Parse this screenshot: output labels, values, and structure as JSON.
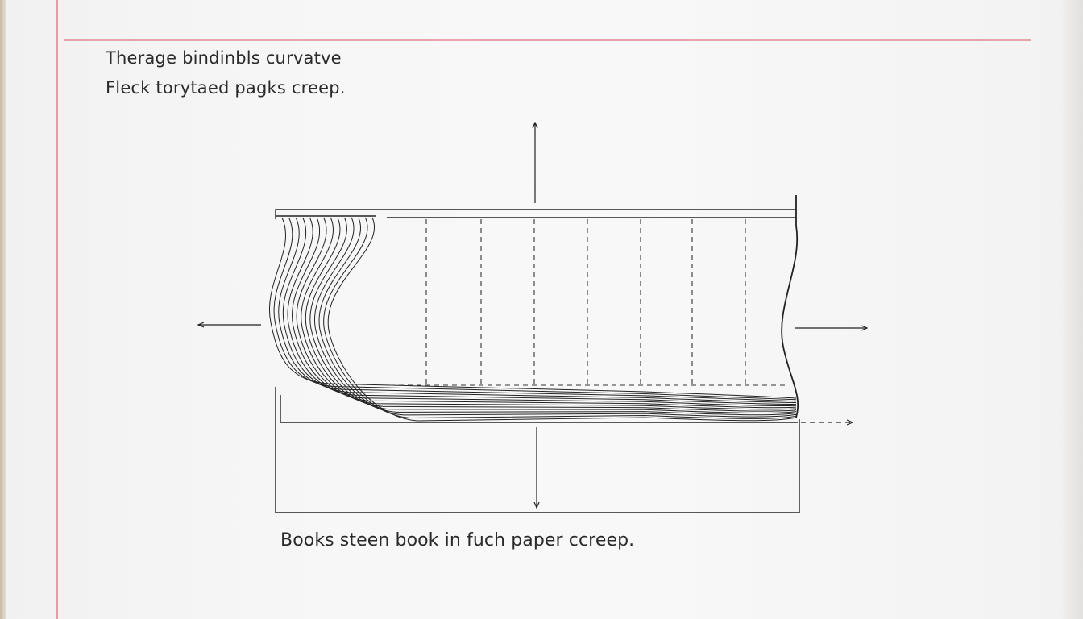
{
  "heading": {
    "line1": "Therage bindinbls curvatve",
    "line2": "Fleck torytaed pagks creep."
  },
  "caption": "Books steen book in fuch paper ccreep.",
  "colors": {
    "paper": "#f7f7f7",
    "ink": "#222222",
    "margin_rule": "#e79aa3"
  }
}
